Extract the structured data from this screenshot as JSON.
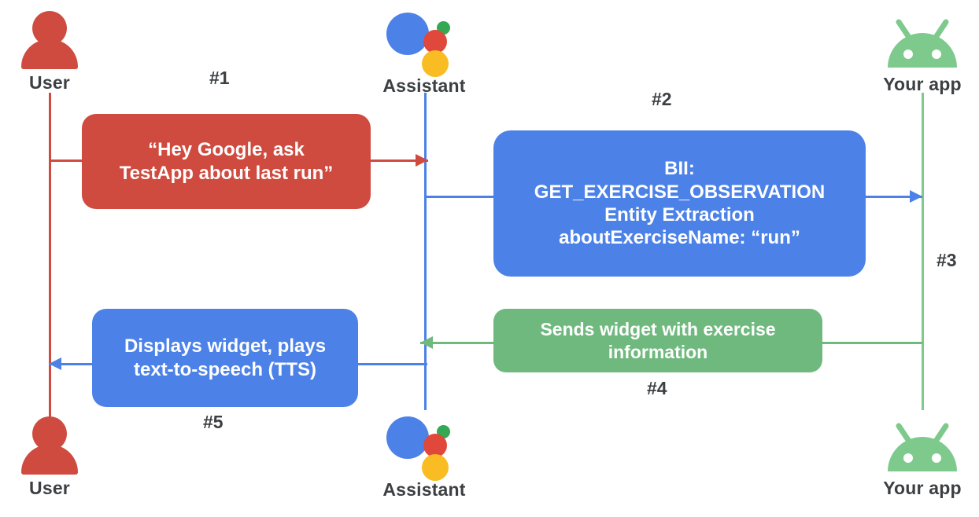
{
  "diagram": {
    "title": "Google Assistant App Actions sequence flow",
    "background": "#ffffff",
    "colors": {
      "user": "#cf4b3f",
      "assistant": "#4c82e8",
      "app": "#70b97e",
      "app_icon": "#7ec98c",
      "label_text": "#3c4043",
      "box_text": "#ffffff",
      "assistant_dot_green": "#34a853",
      "assistant_dot_red": "#e0483c",
      "assistant_dot_yellow": "#f9bc23"
    }
  },
  "actors": {
    "top": [
      {
        "id": "user",
        "label": "User",
        "icon": "person-icon"
      },
      {
        "id": "assistant",
        "label": "Assistant",
        "icon": "google-assistant-icon"
      },
      {
        "id": "app",
        "label": "Your app",
        "icon": "android-robot-icon"
      }
    ],
    "bottom": [
      {
        "id": "user",
        "label": "User",
        "icon": "person-icon"
      },
      {
        "id": "assistant",
        "label": "Assistant",
        "icon": "google-assistant-icon"
      },
      {
        "id": "app",
        "label": "Your app",
        "icon": "android-robot-icon"
      }
    ]
  },
  "steps": [
    {
      "number": "#1",
      "from": "user",
      "to": "assistant",
      "color": "#cf4b3f",
      "lines": [
        "“Hey Google, ask",
        "TestApp about last run”"
      ]
    },
    {
      "number": "#2",
      "from": "assistant",
      "to": "app",
      "color": "#4c82e8",
      "lines": [
        "BII:",
        "GET_EXERCISE_OBSERVATION",
        "Entity Extraction",
        "aboutExerciseName: “run”"
      ]
    },
    {
      "number": "#3",
      "from": "assistant",
      "to": "app",
      "color": "#4c82e8",
      "lines": []
    },
    {
      "number": "#4",
      "from": "app",
      "to": "assistant",
      "color": "#70b97e",
      "lines": [
        "Sends widget with exercise",
        "information"
      ]
    },
    {
      "number": "#5",
      "from": "assistant",
      "to": "user",
      "color": "#4c82e8",
      "lines": [
        "Displays widget, plays",
        "text-to-speech (TTS)"
      ]
    }
  ]
}
